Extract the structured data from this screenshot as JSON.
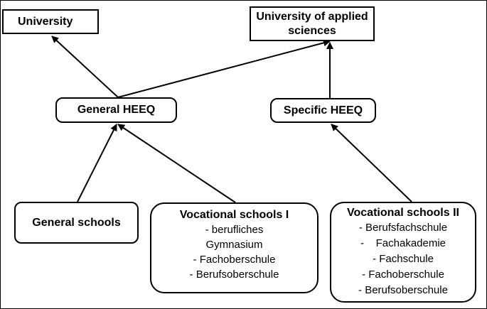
{
  "diagram": {
    "nodes": {
      "university": {
        "label": "University"
      },
      "uas": {
        "label": "University of applied sciences"
      },
      "general_heeq": {
        "label": "General HEEQ"
      },
      "specific_heeq": {
        "label": "Specific HEEQ"
      },
      "general_schools": {
        "label": "General schools"
      },
      "vocational_1": {
        "label": "Vocational schools I",
        "items": [
          "- berufliches",
          "Gymnasium",
          "- Fachoberschule",
          "- Berufsoberschule"
        ]
      },
      "vocational_2": {
        "label": "Vocational schools II",
        "items": [
          "- Berufsfachschule",
          "-    Fachakademie",
          "- Fachschule",
          "- Fachoberschule",
          "- Berufsoberschule"
        ]
      }
    },
    "edges": [
      {
        "from": "general_heeq",
        "to": "university"
      },
      {
        "from": "general_heeq",
        "to": "uas"
      },
      {
        "from": "specific_heeq",
        "to": "uas"
      },
      {
        "from": "general_schools",
        "to": "general_heeq"
      },
      {
        "from": "vocational_1",
        "to": "general_heeq"
      },
      {
        "from": "vocational_2",
        "to": "specific_heeq"
      }
    ],
    "colors": {
      "line": "#000000",
      "box_border": "#000000",
      "background": "#ffffff"
    }
  }
}
